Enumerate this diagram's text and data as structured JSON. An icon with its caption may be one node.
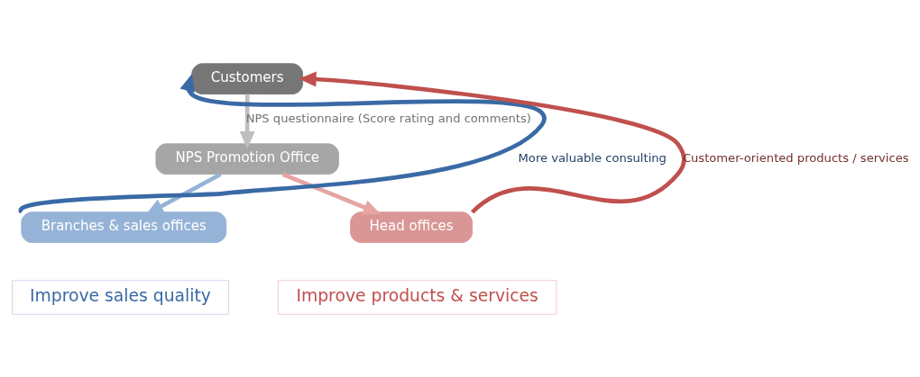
{
  "diagram": {
    "nodes": [
      {
        "text": [
          "Customers"
        ]
      },
      {
        "text": [
          "NPS Promotion Office"
        ]
      },
      {
        "text": [
          "Branches & sales offices"
        ]
      },
      {
        "text": [
          "Improve sales quality"
        ]
      },
      {
        "text": [
          "Head offices"
        ]
      },
      {
        "text": [
          "Improve products & services"
        ]
      }
    ],
    "edges": [
      {
        "from": 0,
        "to": 1,
        "arrow": "to",
        "label": "NPS questionnaire (Score rating and comments)",
        "color": "#bfbfbf"
      },
      {
        "from": 1,
        "to": 2,
        "arrow": "to",
        "color": "#95b3d7"
      },
      {
        "from": 1,
        "to": 4,
        "arrow": "to",
        "color": "#e6a5a3"
      },
      {
        "from": 2,
        "to": 0,
        "arrow": "to",
        "label": "More valuable consulting",
        "color": "#3a6aa5"
      },
      {
        "from": 4,
        "to": 0,
        "arrow": "to",
        "label": "Customer-oriented products / services",
        "color": "#c0504d"
      }
    ]
  }
}
